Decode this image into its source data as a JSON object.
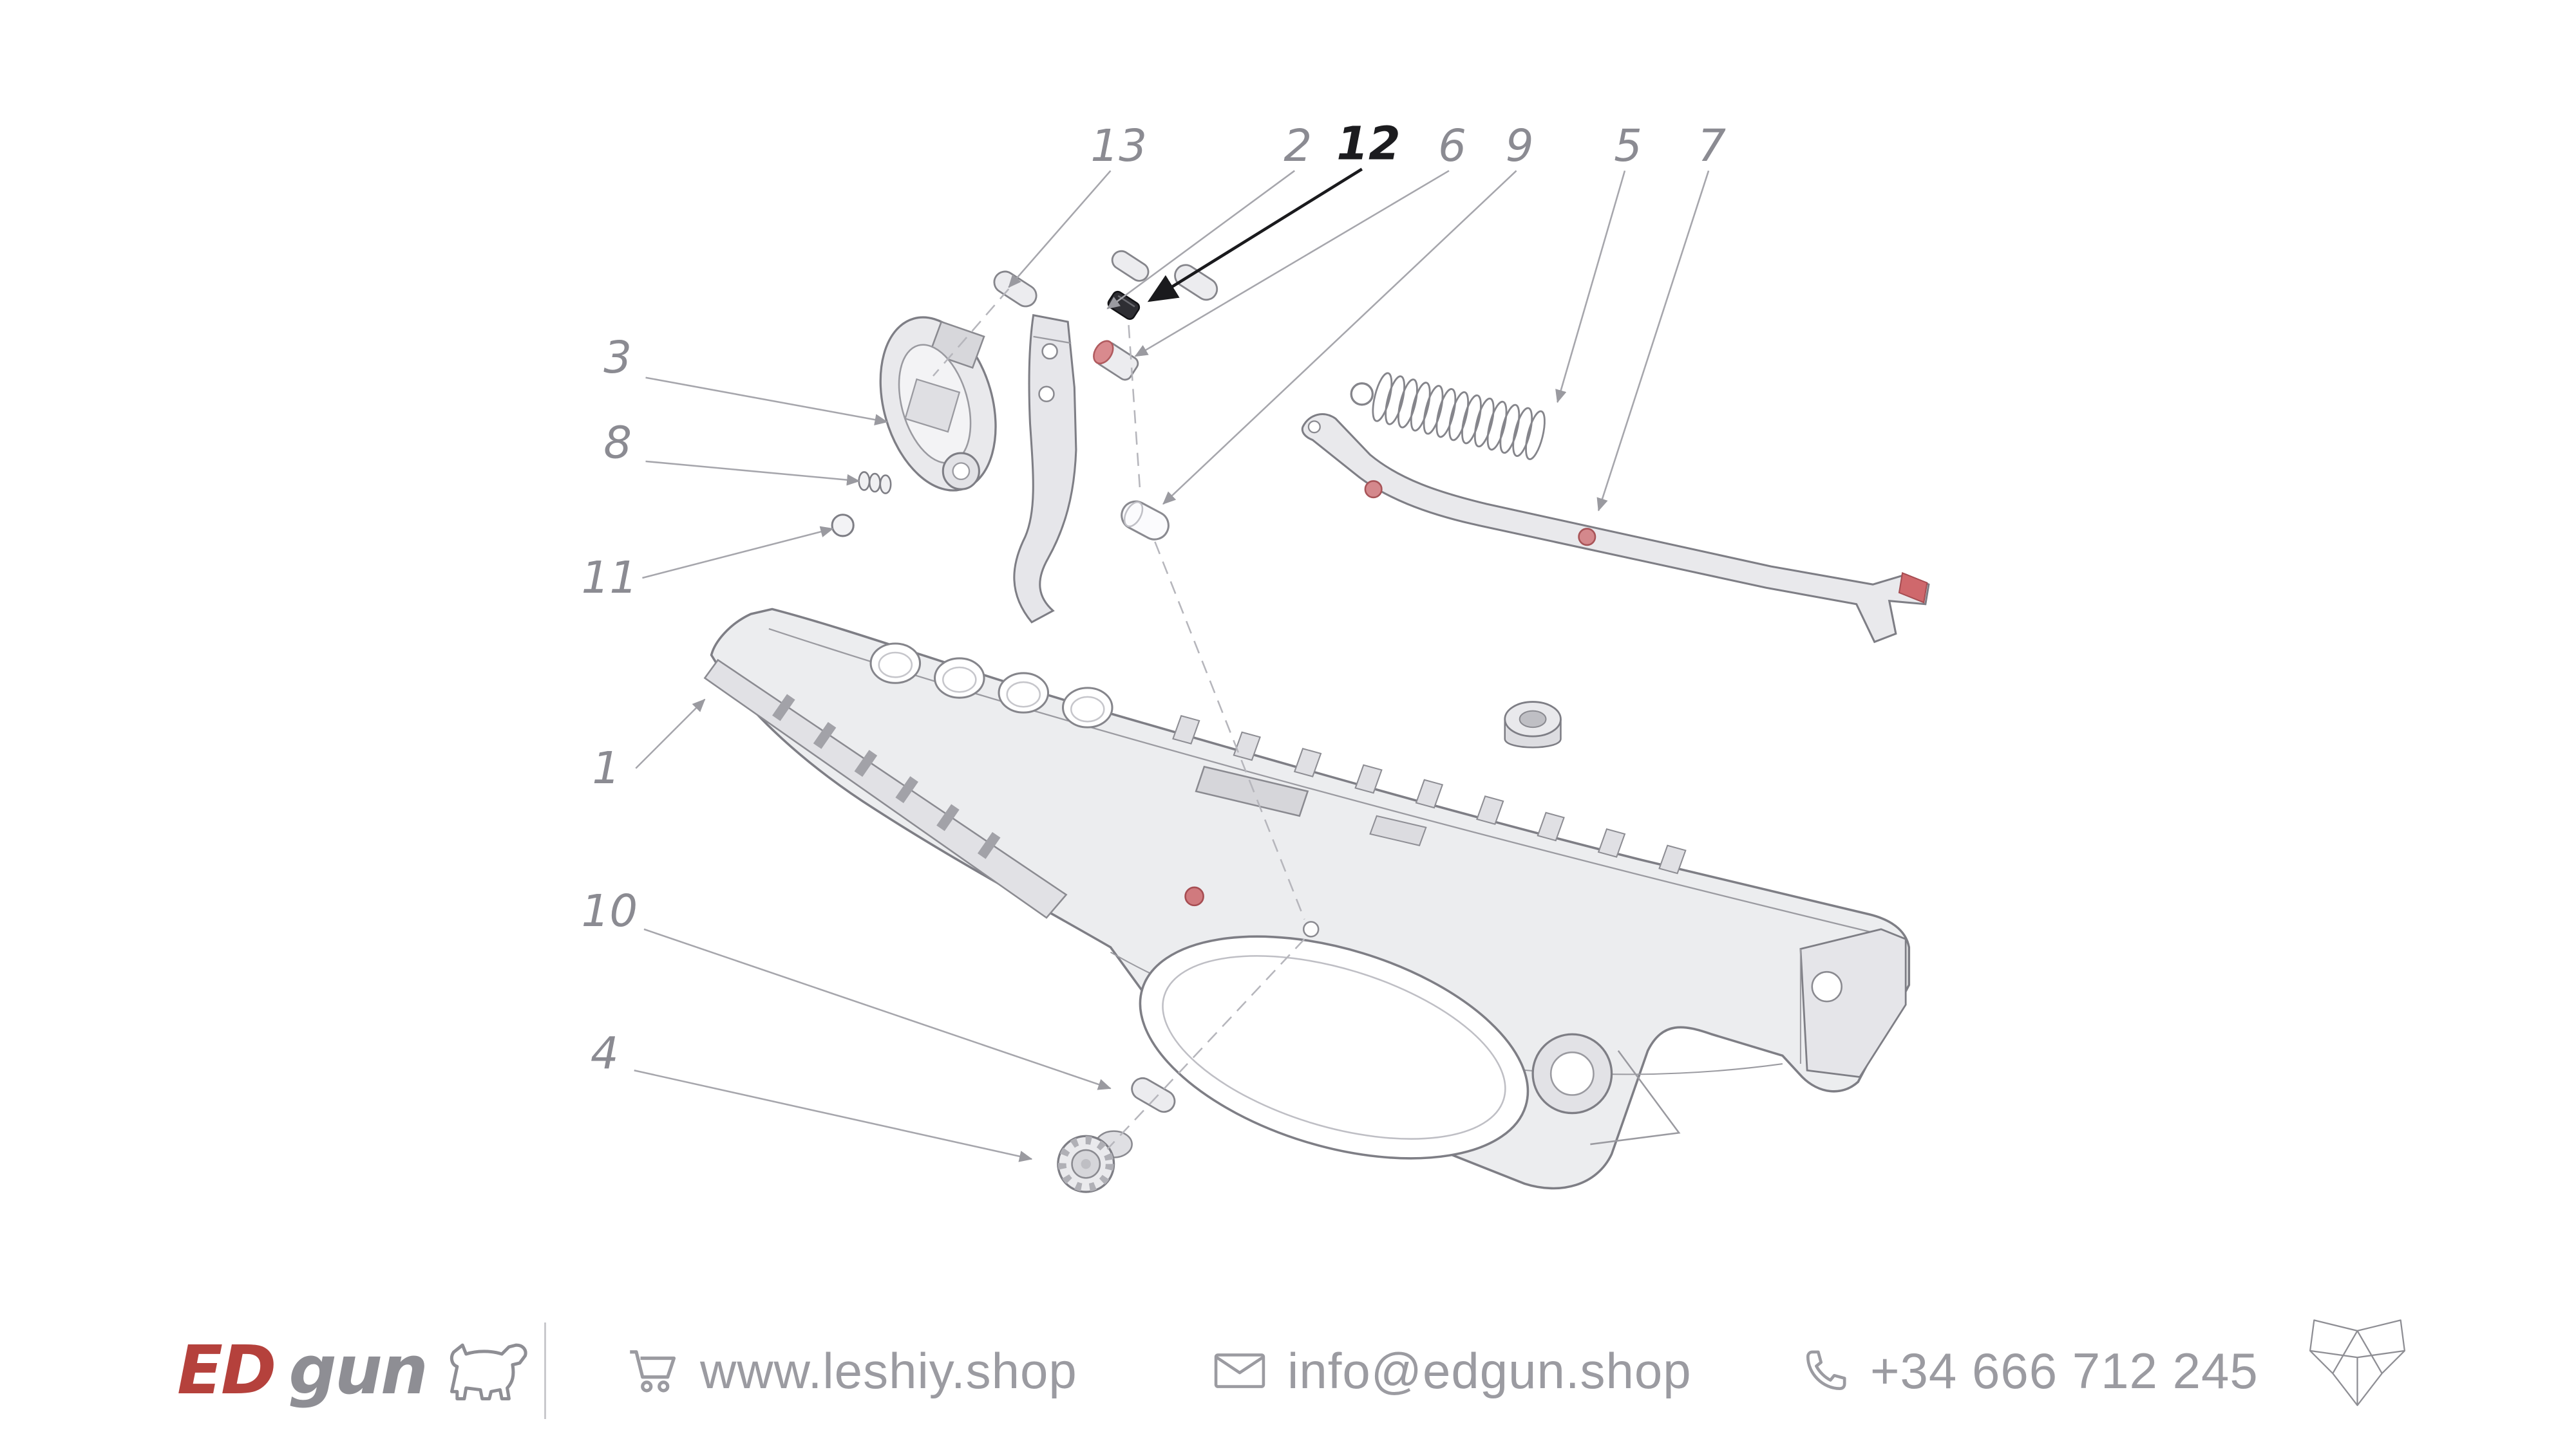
{
  "diagram": {
    "n1": "1",
    "n2": "2",
    "n3": "3",
    "n4": "4",
    "n5": "5",
    "n6": "6",
    "n7": "7",
    "n8": "8",
    "n9": "9",
    "n10": "10",
    "n11": "11",
    "n12": "12",
    "n13": "13"
  },
  "footer": {
    "brand_ed": "ED",
    "brand_gun": "gun",
    "items": [
      {
        "icon": "cart-icon",
        "text": "www.leshiy.shop"
      },
      {
        "icon": "envelope-icon",
        "text": "info@edgun.shop"
      },
      {
        "icon": "phone-icon",
        "text": "+34 666 712 245"
      }
    ]
  },
  "colors": {
    "brand_red": "#b5413c",
    "accent_red": "#c9595d",
    "text_gray": "#9b9ba1"
  }
}
